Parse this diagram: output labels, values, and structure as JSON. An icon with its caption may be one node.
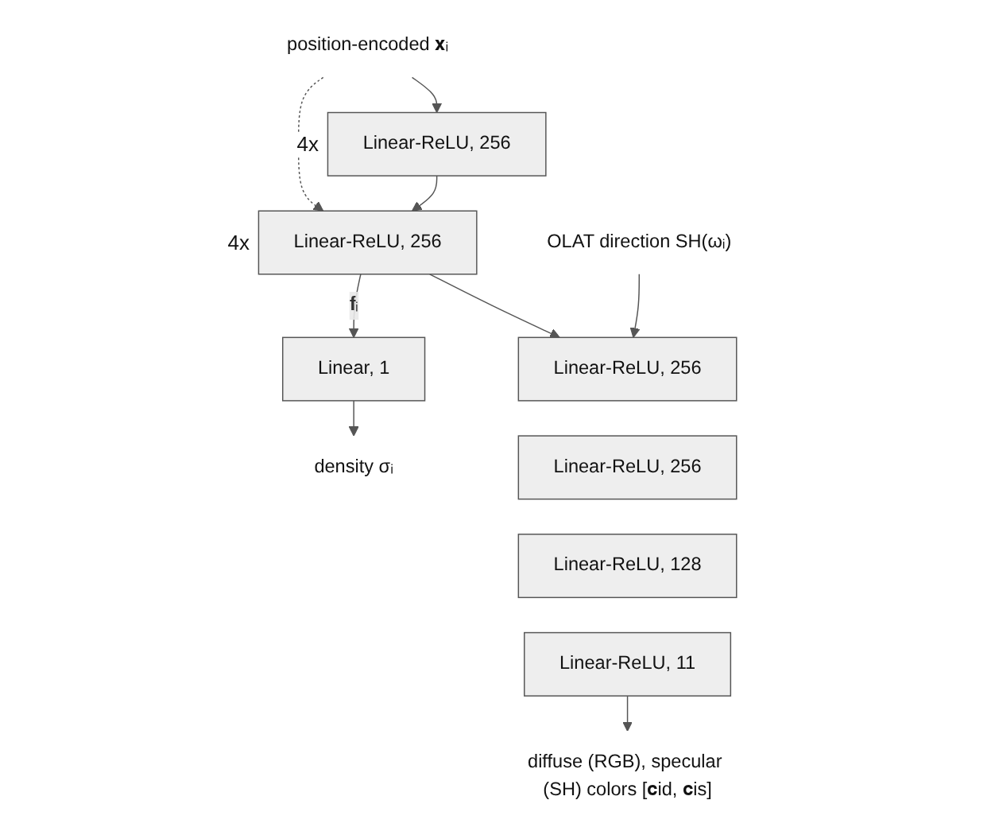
{
  "diagram": {
    "nodes": [
      {
        "text": [
          "position-encoded 𝐱ᵢ"
        ]
      },
      {
        "text": [
          "Linear-ReLU, 256"
        ],
        "beside": [
          "4x"
        ]
      },
      {
        "text": [
          "Linear-ReLU, 256"
        ],
        "beside": [
          "4x"
        ]
      },
      {
        "text": [
          "OLAT direction SH(ωᵢ)"
        ]
      },
      {
        "text": [
          "Linear, 1"
        ]
      },
      {
        "text": [
          "density σᵢ"
        ]
      },
      {
        "text": [
          "Linear-ReLU, 256"
        ]
      },
      {
        "text": [
          "Linear-ReLU, 256"
        ]
      },
      {
        "text": [
          "Linear-ReLU, 128"
        ]
      },
      {
        "text": [
          "Linear-ReLU, 11"
        ]
      },
      {
        "text": [
          "diffuse (RGB), specular (SH) colors [𝐜id, 𝐜is]"
        ]
      }
    ],
    "edges": [
      {
        "from": 0,
        "to": 1,
        "arrow": "to"
      },
      {
        "from": 0,
        "to": 2,
        "arrow": "to",
        "style": "dashed"
      },
      {
        "from": 1,
        "to": 2,
        "arrow": "to"
      },
      {
        "from": 2,
        "to": 4,
        "arrow": "to",
        "label": "𝐟ᵢ"
      },
      {
        "from": 2,
        "to": 6,
        "arrow": "to"
      },
      {
        "from": 3,
        "to": 6,
        "arrow": "to"
      },
      {
        "from": 4,
        "to": 5,
        "arrow": "to"
      },
      {
        "from": 9,
        "to": 10,
        "arrow": "to"
      }
    ]
  }
}
